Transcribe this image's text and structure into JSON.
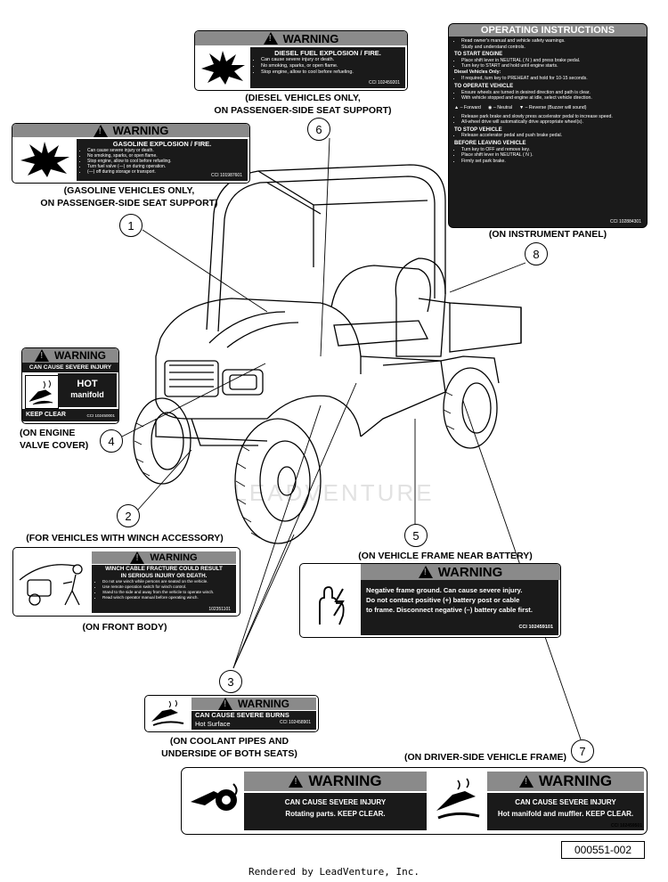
{
  "diesel_label": {
    "header": "WARNING",
    "title": "DIESEL FUEL EXPLOSION / FIRE.",
    "lines": [
      "Can cause severe injury or death.",
      "No smoking, sparks, or open flame.",
      "Stop engine, allow to cool before refueling."
    ],
    "code": "CCI 102459201",
    "caption_1": "(DIESEL VEHICLES ONLY,",
    "caption_2": "ON PASSENGER-SIDE SEAT SUPPORT)"
  },
  "gasoline_label": {
    "header": "WARNING",
    "title": "GASOLINE EXPLOSION / FIRE.",
    "lines": [
      "Can cause severe injury or death.",
      "No smoking, sparks, or open flame.",
      "Stop engine, allow to cool before refueling.",
      "Turn fuel valve (—) on during operation.",
      "(—) off during storage or transport."
    ],
    "code": "CCI 101987601",
    "caption_1": "(GASOLINE VEHICLES ONLY,",
    "caption_2": "ON PASSENGER-SIDE SEAT SUPPORT)"
  },
  "operating_label": {
    "header": "OPERATING INSTRUCTIONS",
    "intro": [
      "Read owner's manual and vehicle safety warnings.",
      "Study and understand controls."
    ],
    "start_title": "TO START ENGINE",
    "start_lines": [
      "Place shift lever in NEUTRAL ( N ) and press brake pedal.",
      "Turn key to START and hold until engine starts."
    ],
    "diesel_title": "Diesel Vehicles Only:",
    "diesel_lines": [
      "If required, turn key to PREHEAT and hold for 10-15 seconds."
    ],
    "operate_title": "TO OPERATE VEHICLE",
    "operate_lines": [
      "Ensure wheels are turned in desired direction and path is clear.",
      "With vehicle stopped and engine at idle, select vehicle direction."
    ],
    "dir_forward": "– Forward",
    "dir_neutral": "– Neutral",
    "dir_reverse": "– Reverse (Buzzer will sound)",
    "operate_lines_2": [
      "Release park brake and slowly press accelerator pedal to increase speed.",
      "All-wheel drive will automatically drive appropriate wheel(s)."
    ],
    "stop_title": "TO STOP VEHICLE",
    "stop_lines": [
      "Release accelerator pedal and push brake pedal."
    ],
    "leave_title": "BEFORE LEAVING VEHICLE",
    "leave_lines": [
      "Turn key to OFF and remove key.",
      "Place shift lever in NEUTRAL ( N ).",
      "Firmly set park brake."
    ],
    "code": "CCI 102884301",
    "caption": "(ON INSTRUMENT PANEL)"
  },
  "engine_label": {
    "header": "WARNING",
    "title": "CAN CAUSE SEVERE INJURY",
    "hot_1": "HOT",
    "hot_2": "manifold",
    "keep": "KEEP CLEAR",
    "code": "CCI 102450001",
    "caption_1": "(ON ENGINE",
    "caption_2": "VALVE COVER)"
  },
  "winch_label": {
    "caption": "(FOR VEHICLES WITH WINCH ACCESSORY)",
    "header": "WARNING",
    "title_1": "WINCH CABLE FRACTURE COULD RESULT",
    "title_2": "IN SERIOUS INJURY OR DEATH.",
    "lines": [
      "Do not use winch while persons are seated on the vehicle.",
      "Use remote operation switch for winch control.",
      "Stand to the side and away from the vehicle to operate winch.",
      "Read winch operator manual before operating winch."
    ],
    "code": "102351101",
    "caption_2": "(ON FRONT BODY)"
  },
  "battery_label": {
    "caption": "(ON VEHICLE FRAME NEAR BATTERY)",
    "header": "WARNING",
    "line_1": "Negative frame ground.  Can cause severe injury.",
    "line_2": "Do not contact positive (+) battery post or cable",
    "line_3": "to frame. Disconnect negative (–) battery cable first.",
    "code": "CCI 102459101"
  },
  "burns_label": {
    "header": "WARNING",
    "title": "CAN CAUSE SEVERE BURNS",
    "sub": "Hot Surface",
    "code": "CCI 102458901",
    "caption_1": "(ON COOLANT PIPES AND",
    "caption_2": "UNDERSIDE OF BOTH SEATS)"
  },
  "frame_label": {
    "caption": "(ON DRIVER-SIDE VEHICLE FRAME)",
    "left_header": "WARNING",
    "left_title": "CAN CAUSE SEVERE INJURY",
    "left_sub": "Rotating parts. KEEP CLEAR.",
    "right_header": "WARNING",
    "right_title": "CAN CAUSE SEVERE INJURY",
    "right_sub": "Hot manifold and muffler. KEEP CLEAR.",
    "code": "CCI 102459501"
  },
  "callouts": [
    "1",
    "2",
    "3",
    "4",
    "5",
    "6",
    "7",
    "8"
  ],
  "watermark": "LEADVENTURE",
  "part_number": "000551-002",
  "footer": "Rendered by LeadVenture, Inc."
}
